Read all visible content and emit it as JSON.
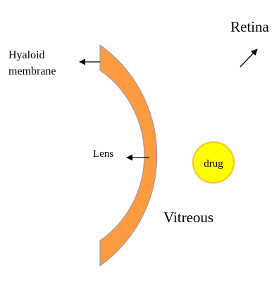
{
  "labels": {
    "retina": "Retina",
    "hyaloid_line1": "Hyaloid",
    "hyaloid_line2": "membrane",
    "lens": "Lens",
    "drug": "drug",
    "vitreous": "Vitreous"
  },
  "colors": {
    "background": "#ffffff",
    "vitreous_fill": "#fd9b40",
    "vitreous_outline": "#9890c4",
    "drug_fill": "#fefe00",
    "drug_outline": "#ffbf30",
    "arrows": "#000000"
  },
  "icons": {
    "arrow": "arrow-icon"
  }
}
